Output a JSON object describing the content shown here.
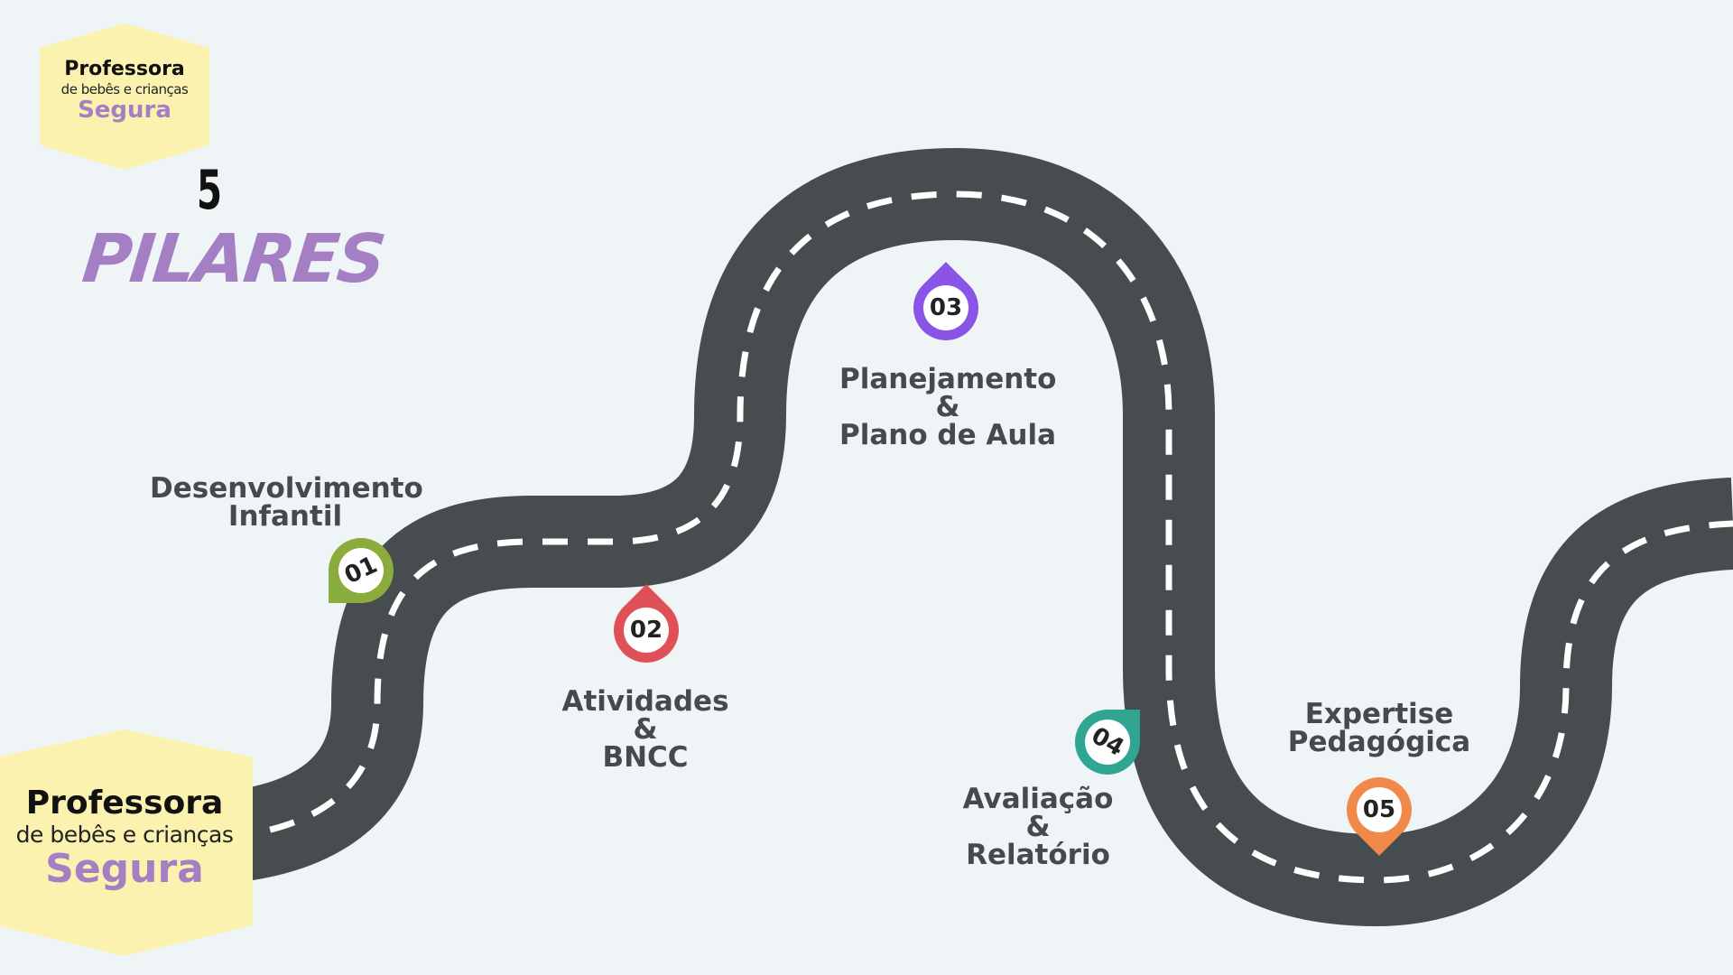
{
  "brand": {
    "title": "Professora",
    "subtitle": "de bebês e crianças",
    "segura": "Segura"
  },
  "heading": {
    "number": "5",
    "word": "PILARES"
  },
  "pillars": [
    {
      "number": "01",
      "lines": [
        "Desenvolvimento",
        "Infantil"
      ],
      "color": "#8aac3c"
    },
    {
      "number": "02",
      "lines": [
        "Atividades",
        "&",
        "BNCC"
      ],
      "color": "#e05157"
    },
    {
      "number": "03",
      "lines": [
        "Planejamento",
        "&",
        "Plano de Aula"
      ],
      "color": "#8a55e6"
    },
    {
      "number": "04",
      "lines": [
        "Avaliação",
        "&",
        "Relatório"
      ],
      "color": "#2fa592"
    },
    {
      "number": "05",
      "lines": [
        "Expertise",
        "Pedagógica"
      ],
      "color": "#f1894a"
    }
  ],
  "colors": {
    "background": "#eff5f6",
    "road": "#474d4f",
    "lane": "#ffffff",
    "badge": "#fcf2b0",
    "accent_purple": "#a47fc4"
  }
}
